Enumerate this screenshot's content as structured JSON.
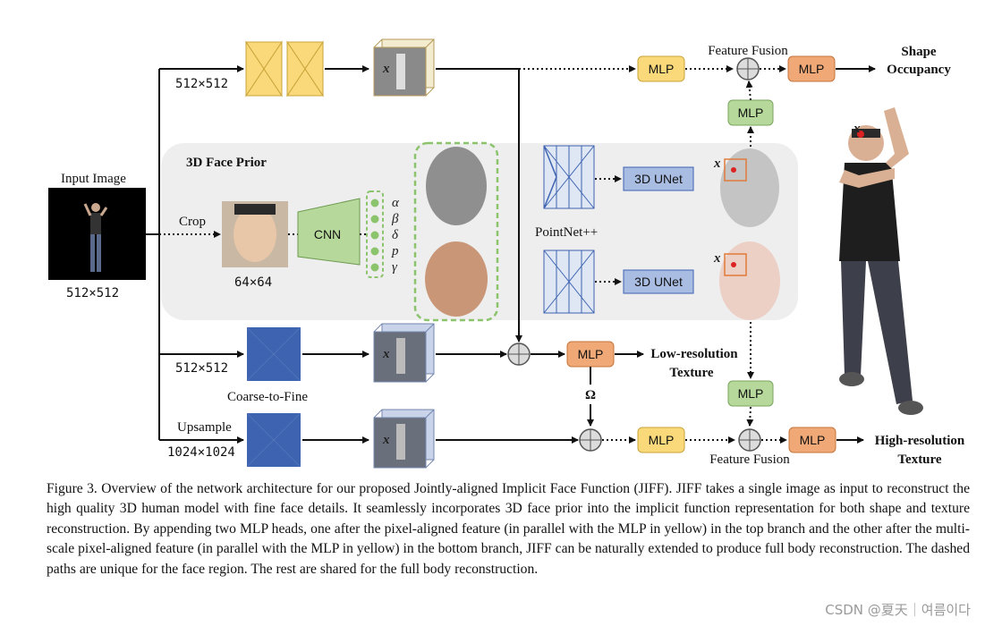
{
  "figure": {
    "input_title": "Input Image",
    "input_res": "512×512",
    "crop_label": "Crop",
    "crop_res": "64×64",
    "prior_title": "3D Face Prior",
    "cnn_label": "CNN",
    "params": [
      "α",
      "β",
      "δ",
      "p",
      "γ"
    ],
    "top_res": "512×512",
    "mid_res": "512×512",
    "coarse_label": "Coarse-to-Fine",
    "upsample_label": "Upsample",
    "bottom_res": "1024×1024",
    "x_symbol": "x",
    "pointnet_label": "PointNet++",
    "unet_label": "3D UNet",
    "mlp_label": "MLP",
    "feature_fusion": "Feature Fusion",
    "omega": "Ω",
    "out_shape": [
      "Shape",
      "Occupancy"
    ],
    "out_low": [
      "Low-resolution",
      "Texture"
    ],
    "out_high": [
      "High-resolution",
      "Texture"
    ]
  },
  "colors": {
    "yellow": "#fad97a",
    "orange": "#f0a877",
    "green": "#b6d99b",
    "blue": "#3e63b0",
    "light_blue": "#a9bde3",
    "prior_bg": "#eeeeee"
  },
  "caption": "Figure 3. Overview of the network architecture for our proposed Jointly-aligned Implicit Face Function (JIFF). JIFF takes a single image as input to reconstruct the high quality 3D human model with fine face details. It seamlessly incorporates 3D face prior into the implicit function representation for both shape and texture reconstruction. By appending two MLP heads, one after the pixel-aligned feature (in parallel with the MLP in yellow) in the top branch and the other after the multi-scale pixel-aligned feature (in parallel with the MLP in yellow) in the bottom branch, JIFF can be naturally extended to produce full body reconstruction. The dashed paths are unique for the face region. The rest are shared for the full body reconstruction.",
  "watermark": "CSDN @夏天｜여름이다"
}
